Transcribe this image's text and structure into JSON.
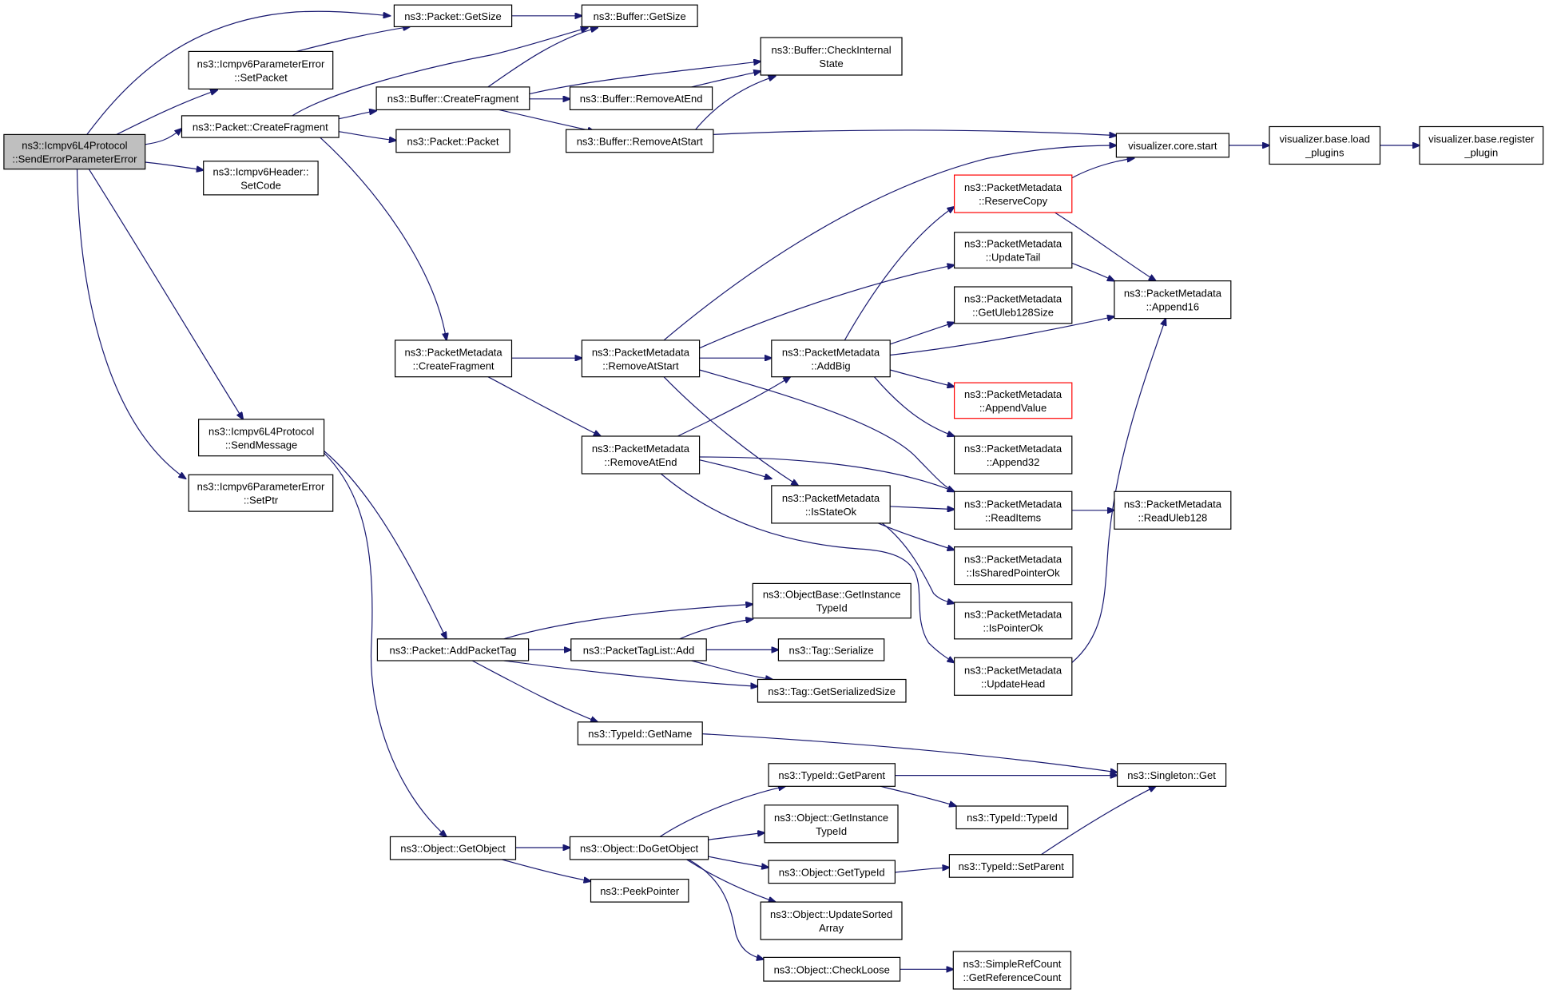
{
  "colors": {
    "edge": "#191970",
    "root_fill": "#bfbfbf",
    "truncated_border": "#ff0000",
    "border": "#000000"
  },
  "nodes": [
    {
      "id": "root",
      "lines": [
        "ns3::Icmpv6L4Protocol",
        "::SendErrorParameterError"
      ],
      "style": "root"
    },
    {
      "id": "pkt_getsize",
      "lines": [
        "ns3::Packet::GetSize"
      ]
    },
    {
      "id": "buf_getsize",
      "lines": [
        "ns3::Buffer::GetSize"
      ]
    },
    {
      "id": "pe_setpacket",
      "lines": [
        "ns3::Icmpv6ParameterError",
        "::SetPacket"
      ]
    },
    {
      "id": "buf_checkinternal",
      "lines": [
        "ns3::Buffer::CheckInternal",
        "State"
      ]
    },
    {
      "id": "pkt_createfrag",
      "lines": [
        "ns3::Packet::CreateFragment"
      ]
    },
    {
      "id": "buf_createfrag",
      "lines": [
        "ns3::Buffer::CreateFragment"
      ]
    },
    {
      "id": "buf_removeatend",
      "lines": [
        "ns3::Buffer::RemoveAtEnd"
      ]
    },
    {
      "id": "pkt_packet",
      "lines": [
        "ns3::Packet::Packet"
      ]
    },
    {
      "id": "buf_removeatstart",
      "lines": [
        "ns3::Buffer::RemoveAtStart"
      ]
    },
    {
      "id": "vis_core_start",
      "lines": [
        "visualizer.core.start"
      ]
    },
    {
      "id": "vis_load",
      "lines": [
        "visualizer.base.load",
        "_plugins"
      ]
    },
    {
      "id": "vis_register",
      "lines": [
        "visualizer.base.register",
        "_plugin"
      ]
    },
    {
      "id": "hdr_setcode",
      "lines": [
        "ns3::Icmpv6Header::",
        "SetCode"
      ]
    },
    {
      "id": "pm_reservecopy",
      "lines": [
        "ns3::PacketMetadata",
        "::ReserveCopy"
      ],
      "style": "red"
    },
    {
      "id": "pm_updatetail",
      "lines": [
        "ns3::PacketMetadata",
        "::UpdateTail"
      ]
    },
    {
      "id": "pm_append16",
      "lines": [
        "ns3::PacketMetadata",
        "::Append16"
      ]
    },
    {
      "id": "pm_getuleb",
      "lines": [
        "ns3::PacketMetadata",
        "::GetUleb128Size"
      ]
    },
    {
      "id": "pm_createfrag",
      "lines": [
        "ns3::PacketMetadata",
        "::CreateFragment"
      ]
    },
    {
      "id": "pm_removeatstart",
      "lines": [
        "ns3::PacketMetadata",
        "::RemoveAtStart"
      ]
    },
    {
      "id": "pm_addbig",
      "lines": [
        "ns3::PacketMetadata",
        "::AddBig"
      ]
    },
    {
      "id": "pm_appendvalue",
      "lines": [
        "ns3::PacketMetadata",
        "::AppendValue"
      ],
      "style": "red"
    },
    {
      "id": "l4_sendmessage",
      "lines": [
        "ns3::Icmpv6L4Protocol",
        "::SendMessage"
      ]
    },
    {
      "id": "pm_removeatend",
      "lines": [
        "ns3::PacketMetadata",
        "::RemoveAtEnd"
      ]
    },
    {
      "id": "pm_append32",
      "lines": [
        "ns3::PacketMetadata",
        "::Append32"
      ]
    },
    {
      "id": "pe_setptr",
      "lines": [
        "ns3::Icmpv6ParameterError",
        "::SetPtr"
      ]
    },
    {
      "id": "pm_isstateok",
      "lines": [
        "ns3::PacketMetadata",
        "::IsStateOk"
      ]
    },
    {
      "id": "pm_readitems",
      "lines": [
        "ns3::PacketMetadata",
        "::ReadItems"
      ]
    },
    {
      "id": "pm_readuleb",
      "lines": [
        "ns3::PacketMetadata",
        "::ReadUleb128"
      ]
    },
    {
      "id": "pm_issharedptr",
      "lines": [
        "ns3::PacketMetadata",
        "::IsSharedPointerOk"
      ]
    },
    {
      "id": "pm_isptrok",
      "lines": [
        "ns3::PacketMetadata",
        "::IsPointerOk"
      ]
    },
    {
      "id": "ob_getinstance",
      "lines": [
        "ns3::ObjectBase::GetInstance",
        "TypeId"
      ]
    },
    {
      "id": "pkt_addtag",
      "lines": [
        "ns3::Packet::AddPacketTag"
      ]
    },
    {
      "id": "ptl_add",
      "lines": [
        "ns3::PacketTagList::Add"
      ]
    },
    {
      "id": "tag_serialize",
      "lines": [
        "ns3::Tag::Serialize"
      ]
    },
    {
      "id": "pm_updatehead",
      "lines": [
        "ns3::PacketMetadata",
        "::UpdateHead"
      ]
    },
    {
      "id": "tag_getsersize",
      "lines": [
        "ns3::Tag::GetSerializedSize"
      ]
    },
    {
      "id": "typeid_getname",
      "lines": [
        "ns3::TypeId::GetName"
      ]
    },
    {
      "id": "typeid_getparent",
      "lines": [
        "ns3::TypeId::GetParent"
      ]
    },
    {
      "id": "singleton_get",
      "lines": [
        "ns3::Singleton::Get"
      ]
    },
    {
      "id": "typeid_typeid",
      "lines": [
        "ns3::TypeId::TypeId"
      ]
    },
    {
      "id": "obj_getinstance",
      "lines": [
        "ns3::Object::GetInstance",
        "TypeId"
      ]
    },
    {
      "id": "obj_getobject",
      "lines": [
        "ns3::Object::GetObject"
      ]
    },
    {
      "id": "obj_dogetobject",
      "lines": [
        "ns3::Object::DoGetObject"
      ]
    },
    {
      "id": "obj_gettypeid",
      "lines": [
        "ns3::Object::GetTypeId"
      ]
    },
    {
      "id": "typeid_setparent",
      "lines": [
        "ns3::TypeId::SetParent"
      ]
    },
    {
      "id": "peekpointer",
      "lines": [
        "ns3::PeekPointer"
      ]
    },
    {
      "id": "obj_updatesorted",
      "lines": [
        "ns3::Object::UpdateSorted",
        "Array"
      ]
    },
    {
      "id": "obj_checkloose",
      "lines": [
        "ns3::Object::CheckLoose"
      ]
    },
    {
      "id": "src_getrefcount",
      "lines": [
        "ns3::SimpleRefCount",
        "::GetReferenceCount"
      ]
    }
  ]
}
